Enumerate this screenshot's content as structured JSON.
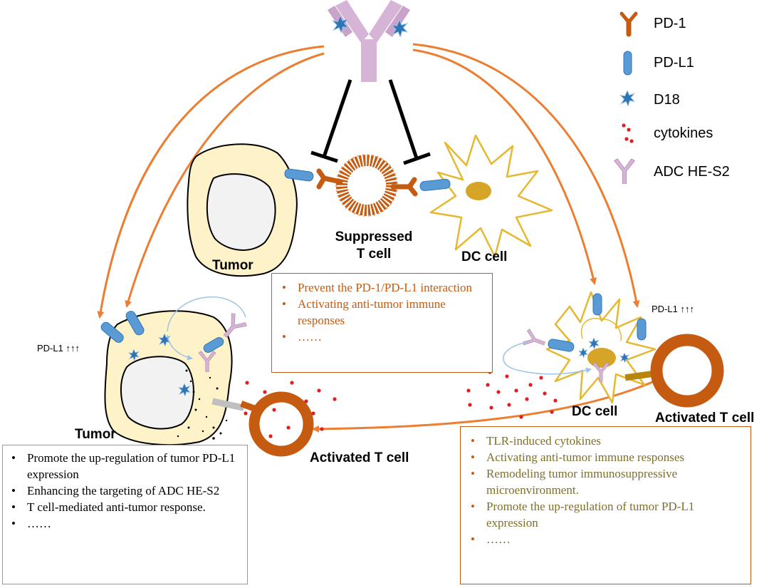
{
  "legend": {
    "pd1": "PD-1",
    "pdl1": "PD-L1",
    "d18": "D18",
    "cytokines": "cytokines",
    "adc": "ADC HE-S2"
  },
  "labels": {
    "tumor_top": "Tumor",
    "suppressed_1": "Suppressed",
    "suppressed_2": "T cell",
    "dc_top": "DC cell",
    "pdl1_left": "PD-L1 ↑↑↑",
    "pdl1_right": "PD-L1 ↑↑↑",
    "tumor_bottom": "Tumor",
    "activated_left": "Activated T cell",
    "dc_bottom": "DC cell",
    "activated_right": "Activated T cell"
  },
  "boxes": {
    "center": [
      "Prevent the PD-1/PD-L1 interaction",
      "Activating anti-tumor immune responses",
      "……"
    ],
    "left": [
      "Promote the up-regulation of tumor PD-L1 expression",
      "Enhancing the targeting of ADC HE-S2",
      "T cell-mediated anti-tumor response.",
      "……"
    ],
    "right": [
      "TLR-induced cytokines",
      "Activating anti-tumor immune responses",
      "Remodeling tumor immunosuppressive microenvironment.",
      "Promote the up-regulation of tumor PD-L1 expression",
      "……"
    ]
  },
  "colors": {
    "orange": "#ed7d31",
    "tcell": "#c55a11",
    "pdl1": "#5b9bd5",
    "antibody": "#d6b4d6",
    "tumor": "#fdf2c8",
    "dc": "#e6b830",
    "cytokine": "#e02020"
  }
}
